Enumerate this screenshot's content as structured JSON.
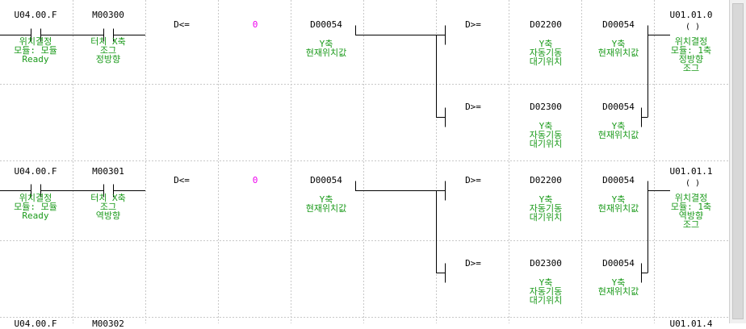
{
  "colors": {
    "wire": "#000000",
    "comment": "#1a9a1a",
    "constant": "#ee00ee",
    "grid": "#c8c8c8"
  },
  "rungs": [
    {
      "contact1": {
        "addr": "U04.00.F",
        "comment": "위치결정\n모듈: 모듈\nReady"
      },
      "contact2": {
        "addr": "M00300",
        "comment": "터치 X축\n조그\n정방향"
      },
      "compare": {
        "op": "D<=",
        "s1": "0",
        "s2": "D00054",
        "s2_comment": "Y축\n현재위치값"
      },
      "branch1": {
        "op": "D>=",
        "s1": "D02200",
        "s1_comment": "Y축\n자동기동\n대기위치",
        "s2": "D00054",
        "s2_comment": "Y축\n현재위치값"
      },
      "branch2": {
        "op": "D>=",
        "s1": "D02300",
        "s1_comment": "Y축\n자동기동\n대기위치",
        "s2": "D00054",
        "s2_comment": "Y축\n현재위치값"
      },
      "coil": {
        "addr": "U01.01.0",
        "symbol": "( )",
        "comment": "위치결정\n모듈: 1축\n정방향\n조그"
      }
    },
    {
      "contact1": {
        "addr": "U04.00.F",
        "comment": "위치결정\n모듈: 모듈\nReady"
      },
      "contact2": {
        "addr": "M00301",
        "comment": "터치 X축\n조그\n역방향"
      },
      "compare": {
        "op": "D<=",
        "s1": "0",
        "s2": "D00054",
        "s2_comment": "Y축\n현재위치값"
      },
      "branch1": {
        "op": "D>=",
        "s1": "D02200",
        "s1_comment": "Y축\n자동기동\n대기위치",
        "s2": "D00054",
        "s2_comment": "Y축\n현재위치값"
      },
      "branch2": {
        "op": "D>=",
        "s1": "D02300",
        "s1_comment": "Y축\n자동기동\n대기위치",
        "s2": "D00054",
        "s2_comment": "Y축\n현재위치값"
      },
      "coil": {
        "addr": "U01.01.1",
        "symbol": "( )",
        "comment": "위치결정\n모듈: 1축\n역방향\n조그"
      }
    }
  ],
  "partial_rung": {
    "contact1": "U04.00.F",
    "contact2": "M00302",
    "coil": "U01.01.4"
  }
}
